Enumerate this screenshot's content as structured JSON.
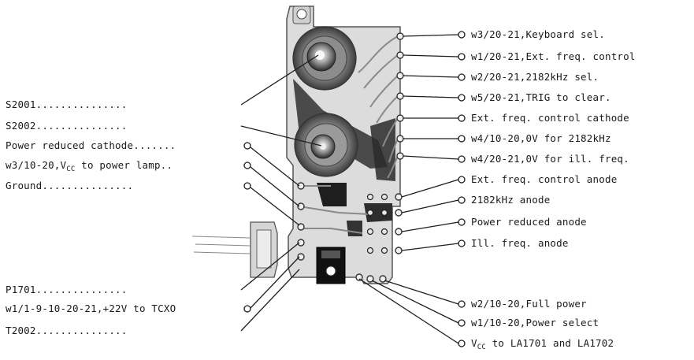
{
  "diagram": {
    "left_labels": [
      {
        "id": "s2001",
        "text": "S2001..............."
      },
      {
        "id": "s2002",
        "text": "S2002..............."
      },
      {
        "id": "power_reduced_cathode",
        "text": "Power reduced cathode......."
      },
      {
        "id": "w3_vcc_power_lamp",
        "text_pre": "w3/10-20,V",
        "text_sub": "CC",
        "text_post": " to power lamp.."
      },
      {
        "id": "ground",
        "text": "Ground..............."
      },
      {
        "id": "p1701",
        "text": "P1701..............."
      },
      {
        "id": "w1_22v_tcxo",
        "text": "w1/1-9-10-20-21,+22V to TCXO"
      },
      {
        "id": "t2002",
        "text": "T2002..............."
      }
    ],
    "right_labels": [
      {
        "id": "keyboard_sel",
        "text": "w3/20-21,Keyboard sel."
      },
      {
        "id": "ext_freq_control",
        "text": "w1/20-21,Ext. freq. control"
      },
      {
        "id": "sel_2182",
        "text": "w2/20-21,2182kHz sel."
      },
      {
        "id": "trig_clear",
        "text": "w5/20-21,TRIG to clear."
      },
      {
        "id": "ext_freq_cathode",
        "text": "Ext. freq. control cathode"
      },
      {
        "id": "ov_2182",
        "text": "w4/10-20,0V for 2182kHz"
      },
      {
        "id": "ov_ill_freq",
        "text": "w4/20-21,0V for ill. freq."
      },
      {
        "id": "ext_freq_anode",
        "text": "Ext. freq. control anode"
      },
      {
        "id": "anode_2182",
        "text": "2182kHz anode"
      },
      {
        "id": "power_reduced_anode",
        "text": "Power reduced anode"
      },
      {
        "id": "ill_freq_anode",
        "text": "Ill. freq. anode"
      },
      {
        "id": "full_power",
        "text": "w2/10-20,Full power"
      },
      {
        "id": "power_select",
        "text": "w1/10-20,Power select"
      },
      {
        "id": "vcc_la",
        "text_pre": "V",
        "text_sub": "CC",
        "text_post": " to LA1701 and LA1702"
      }
    ]
  }
}
